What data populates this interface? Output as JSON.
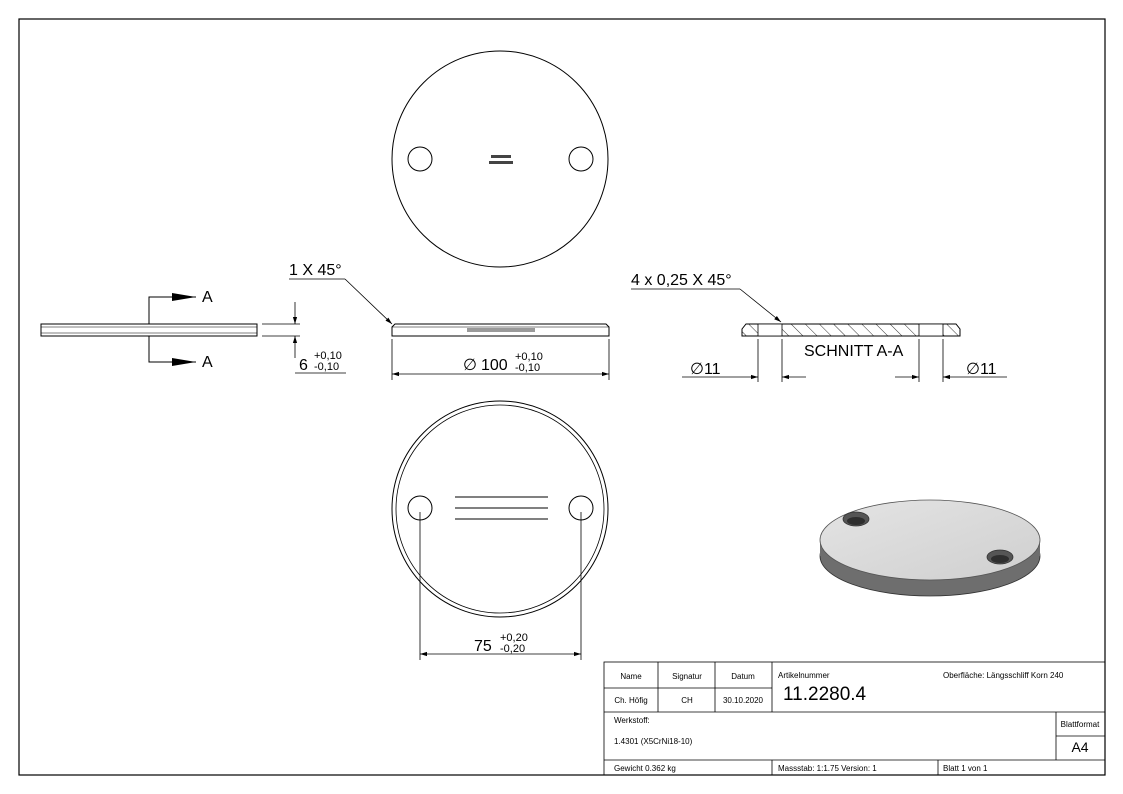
{
  "drawing": {
    "section_label": "SCHNITT A-A",
    "section_mark": "A",
    "chamfer_top": "1 X 45°",
    "chamfer_section": "4 x 0,25 X 45°",
    "thickness": {
      "value": "6",
      "tol_plus": "+0,10",
      "tol_minus": "-0,10"
    },
    "diameter": {
      "symbol": "∅",
      "value": "100",
      "tol_plus": "+0,10",
      "tol_minus": "-0,10"
    },
    "hole_spacing": {
      "value": "75",
      "tol_plus": "+0,20",
      "tol_minus": "-0,20"
    },
    "hole_left": "∅11",
    "hole_right": "∅11"
  },
  "title_block": {
    "col_name": "Name",
    "col_signatur": "Signatur",
    "col_datum": "Datum",
    "name": "Ch. Höfig",
    "signatur": "CH",
    "datum": "30.10.2020",
    "artikel_label": "Artikelnummer",
    "artikel_number": "11.2280.4",
    "oberflaeche": "Oberfläche:  Längsschliff Korn 240",
    "werkstoff_label": "Werkstoff:",
    "werkstoff": "1.4301 (X5CrNi18-10)",
    "blattformat_label": "Blattformat",
    "blattformat": "A4",
    "gewicht": "Gewicht 0.362 kg",
    "massstab": "Massstab: 1:1.75   Version: 1",
    "blatt": "Blatt 1 von 1"
  }
}
